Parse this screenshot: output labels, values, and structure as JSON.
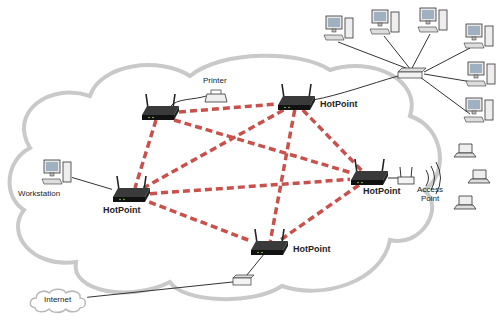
{
  "diagram": {
    "nodes": [
      {
        "text": [
          "Printer"
        ]
      },
      {
        "text": [
          "HotPoint"
        ]
      },
      {
        "text": [
          "Workstation"
        ]
      },
      {
        "text": [
          "HotPoint"
        ]
      },
      {
        "text": [
          "HotPoint"
        ]
      },
      {
        "text": [
          "Access Point"
        ]
      },
      {
        "text": [
          "HotPoint"
        ]
      },
      {
        "text": [
          "Internet"
        ]
      }
    ],
    "edges": [
      {
        "from": 2,
        "to": 3,
        "arrow": "none"
      },
      {
        "from": 4,
        "to": 5,
        "arrow": "none"
      },
      {
        "from": 6,
        "to": 7,
        "arrow": "none"
      },
      {
        "from": 1,
        "to": 3,
        "arrow": "none"
      },
      {
        "from": 1,
        "to": 4,
        "arrow": "none"
      },
      {
        "from": 1,
        "to": 6,
        "arrow": "none"
      },
      {
        "from": 3,
        "to": 4,
        "arrow": "none"
      },
      {
        "from": 3,
        "to": 6,
        "arrow": "none"
      },
      {
        "from": 4,
        "to": 6,
        "arrow": "none"
      }
    ]
  }
}
